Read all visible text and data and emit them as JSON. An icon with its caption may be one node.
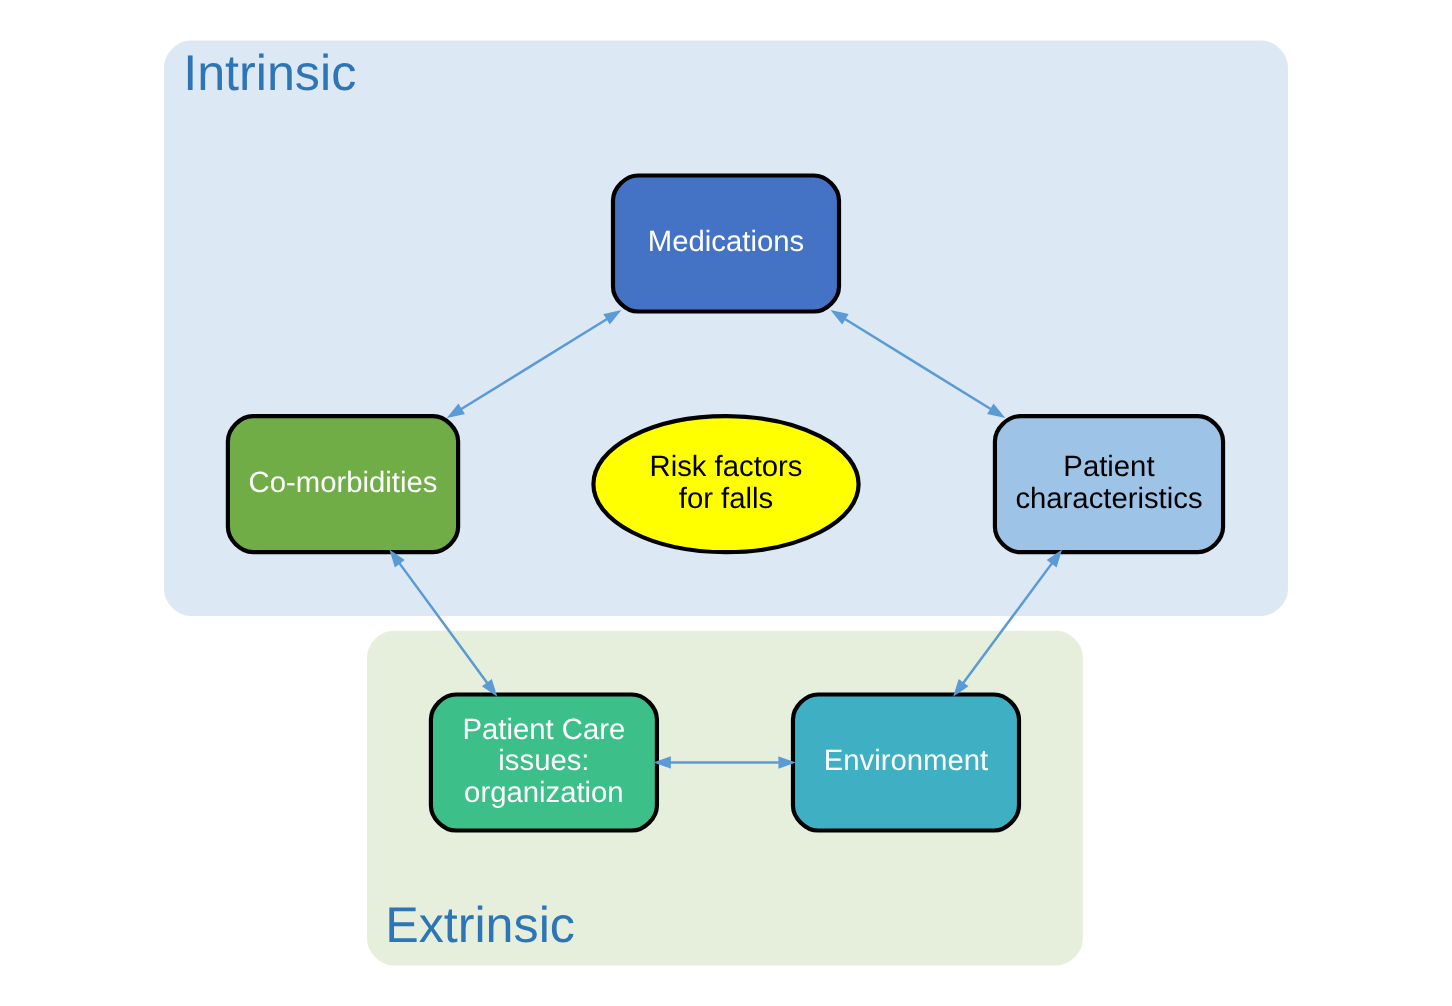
{
  "diagram": {
    "nodes": [
      {
        "text": [
          "Intrinsic"
        ]
      },
      {
        "text": [
          "Medications"
        ],
        "in": 0
      },
      {
        "text": [
          "Co-morbidities"
        ],
        "in": 0
      },
      {
        "text": [
          "Risk factors for falls"
        ],
        "in": 0
      },
      {
        "text": [
          "Patient characteristics"
        ],
        "in": 0
      },
      {
        "text": [
          "Extrinsic"
        ]
      },
      {
        "text": [
          "Patient Care issues: organization"
        ],
        "in": 5
      },
      {
        "text": [
          "Environment"
        ],
        "in": 5
      }
    ],
    "edges": [
      {
        "from": 1,
        "to": 2,
        "arrow": "both"
      },
      {
        "from": 1,
        "to": 4,
        "arrow": "both"
      },
      {
        "from": 2,
        "to": 6,
        "arrow": "both"
      },
      {
        "from": 4,
        "to": 7,
        "arrow": "both"
      },
      {
        "from": 6,
        "to": 7,
        "arrow": "both"
      }
    ]
  }
}
